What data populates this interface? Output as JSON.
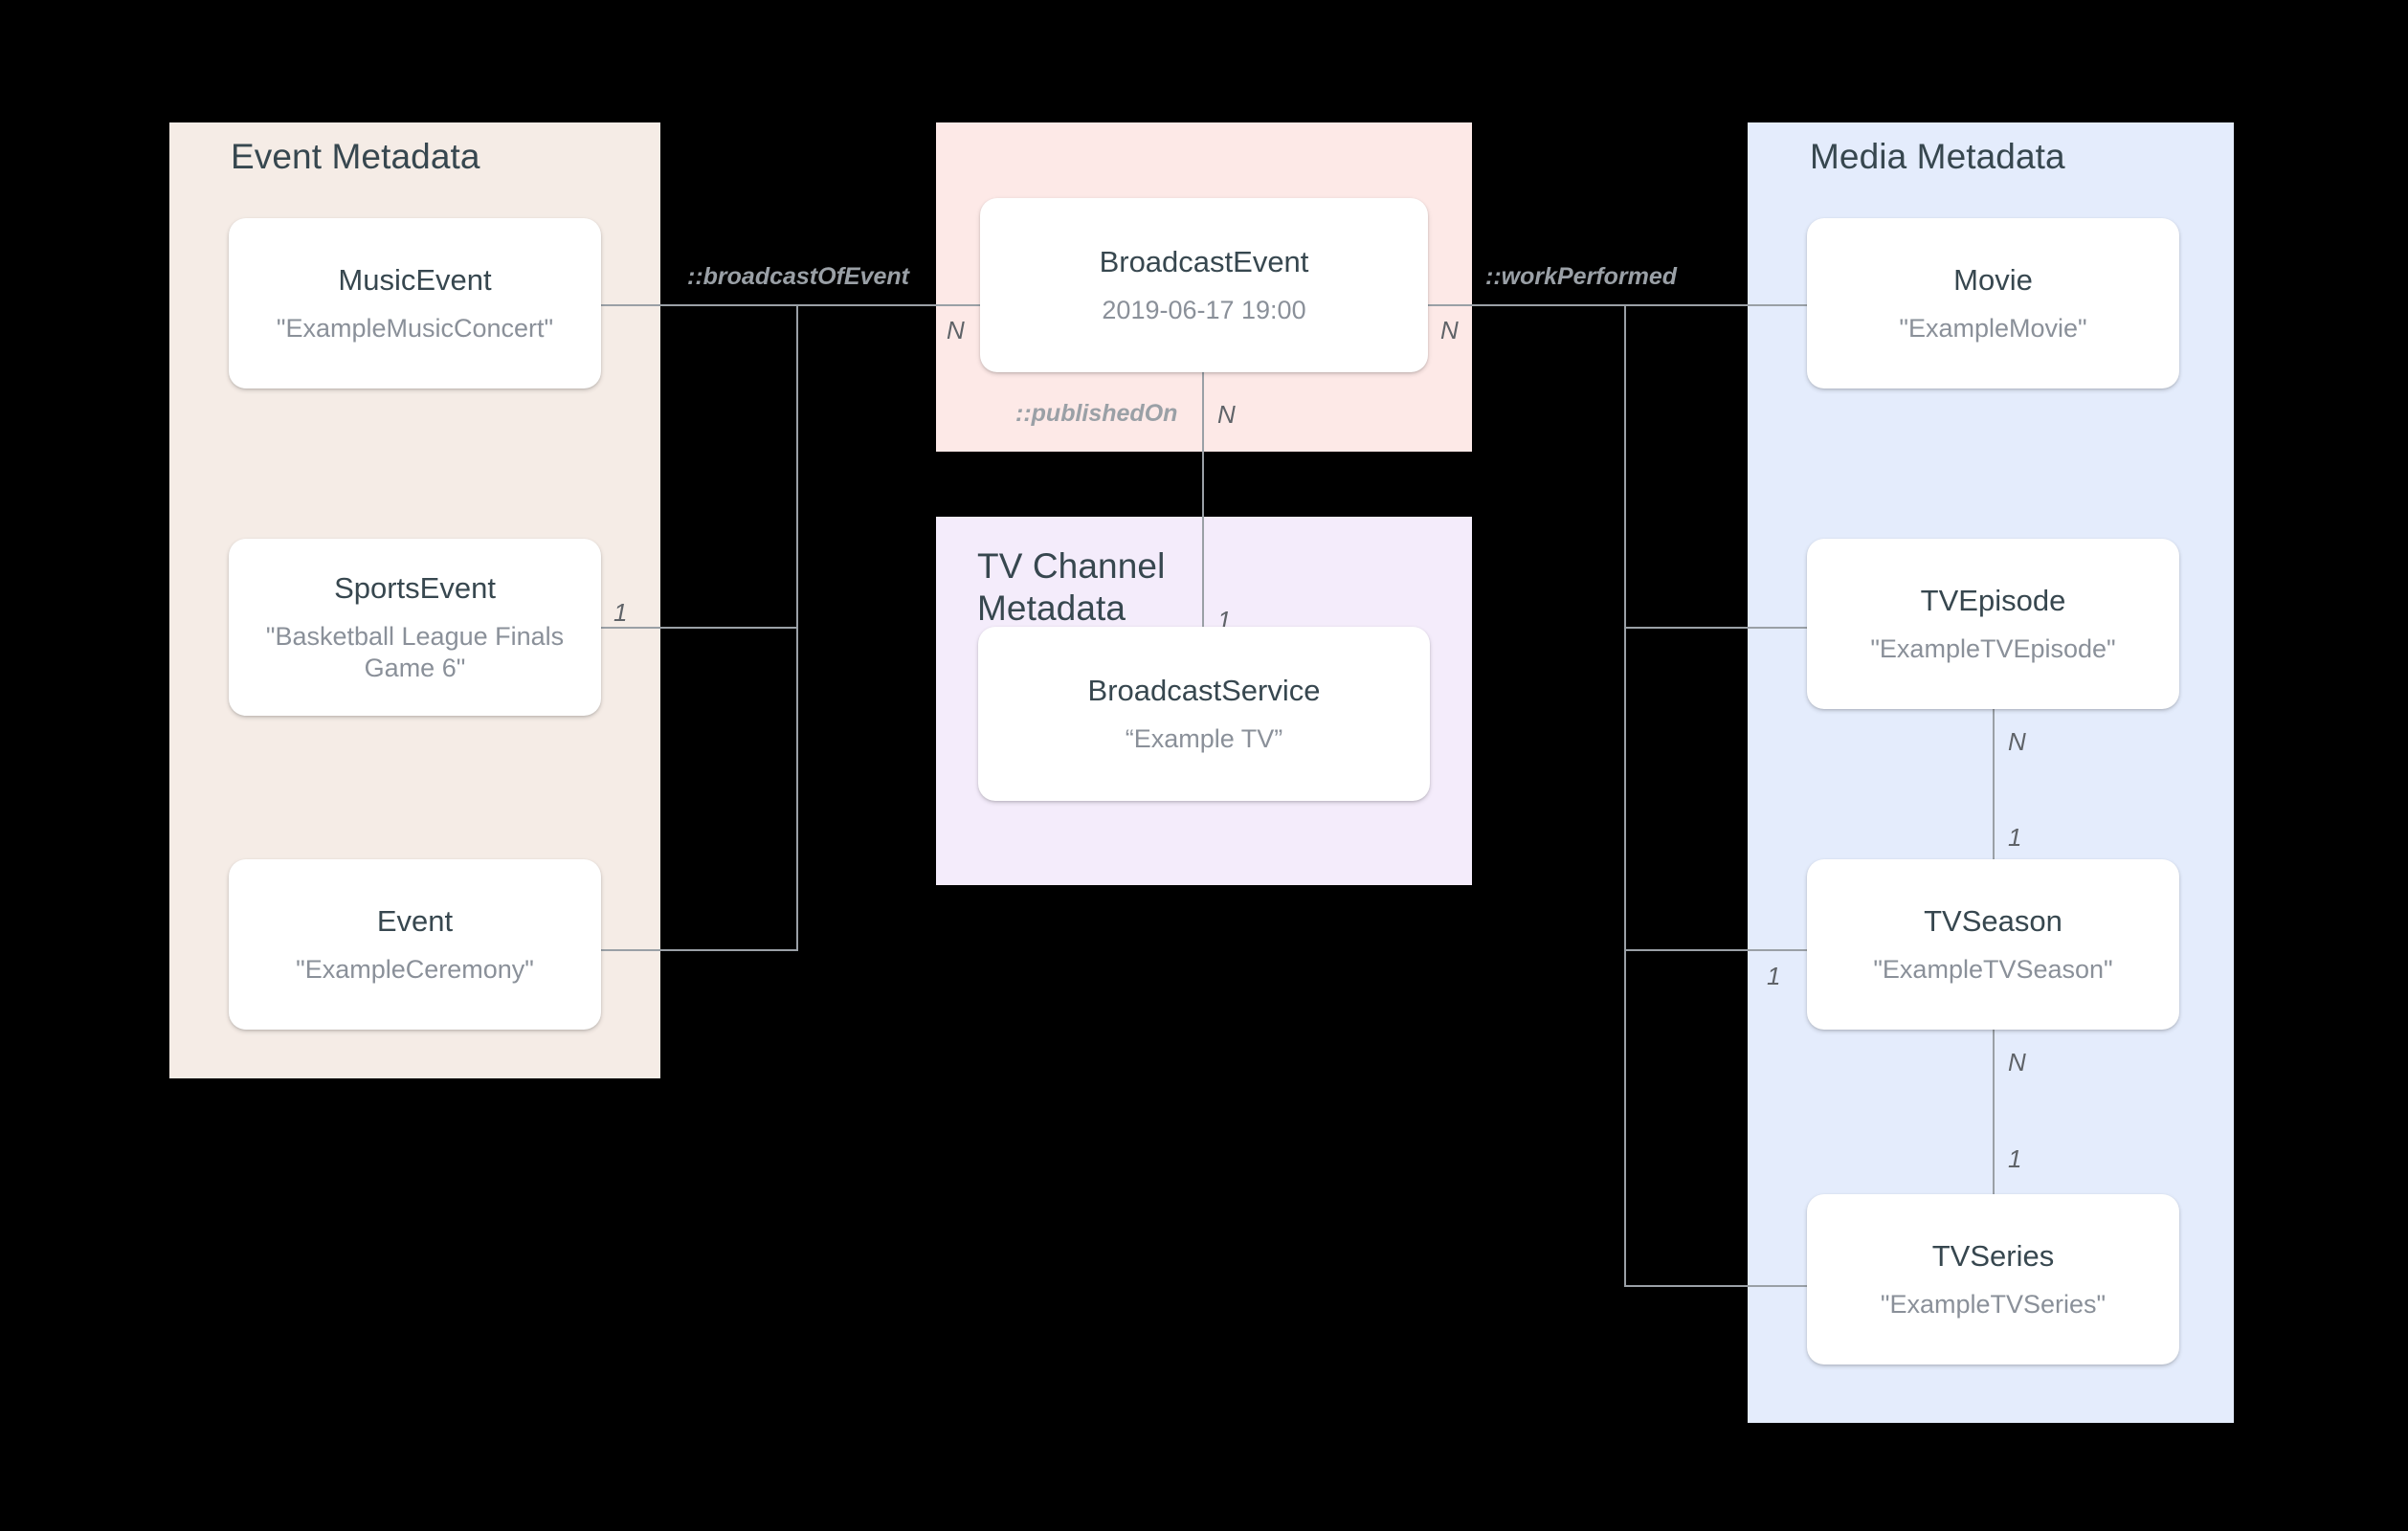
{
  "diagram": {
    "title": "Broadcast metadata entity relationship diagram",
    "colors": {
      "background": "#000000",
      "event_panel": "#f5ece6",
      "broadcast_panel": "#fde9e7",
      "channel_panel": "#f4ecfb",
      "media_panel": "#e4ecfc",
      "node_fill": "#ffffff",
      "connector": "#9aa0a6",
      "title_text": "#37474f",
      "value_text": "#8a9099",
      "relation_text": "#9aa0a6",
      "cardinality_text": "#5f6368"
    }
  },
  "groups": {
    "event": {
      "title": "Event Metadata"
    },
    "broadcast": {
      "title": ""
    },
    "channel": {
      "title": "TV Channel\nMetadata"
    },
    "media": {
      "title": "Media Metadata"
    }
  },
  "nodes": {
    "music_event": {
      "type": "MusicEvent",
      "value": "\"ExampleMusicConcert\""
    },
    "sports_event": {
      "type": "SportsEvent",
      "value": "\"Basketball League Finals Game 6\""
    },
    "event": {
      "type": "Event",
      "value": "\"ExampleCeremony\""
    },
    "broadcast_event": {
      "type": "BroadcastEvent",
      "value": "2019-06-17 19:00"
    },
    "broadcast_service": {
      "type": "BroadcastService",
      "value": "“Example TV”"
    },
    "movie": {
      "type": "Movie",
      "value": "\"ExampleMovie\""
    },
    "tv_episode": {
      "type": "TVEpisode",
      "value": "\"ExampleTVEpisode\""
    },
    "tv_season": {
      "type": "TVSeason",
      "value": "\"ExampleTVSeason\""
    },
    "tv_series": {
      "type": "TVSeries",
      "value": "\"ExampleTVSeries\""
    }
  },
  "relations": {
    "broadcast_of_event": "::broadcastOfEvent",
    "work_performed": "::workPerformed",
    "published_on": "::publishedOn"
  },
  "cardinalities": {
    "sports_event_side": "1",
    "broadcast_event_left": "N",
    "broadcast_event_right": "N",
    "broadcast_event_bottom": "N",
    "broadcast_service_top": "1",
    "tv_episode_bottom": "N",
    "tv_season_top": "1",
    "tv_season_left": "1",
    "tv_season_bottom": "N",
    "tv_series_top": "1"
  }
}
